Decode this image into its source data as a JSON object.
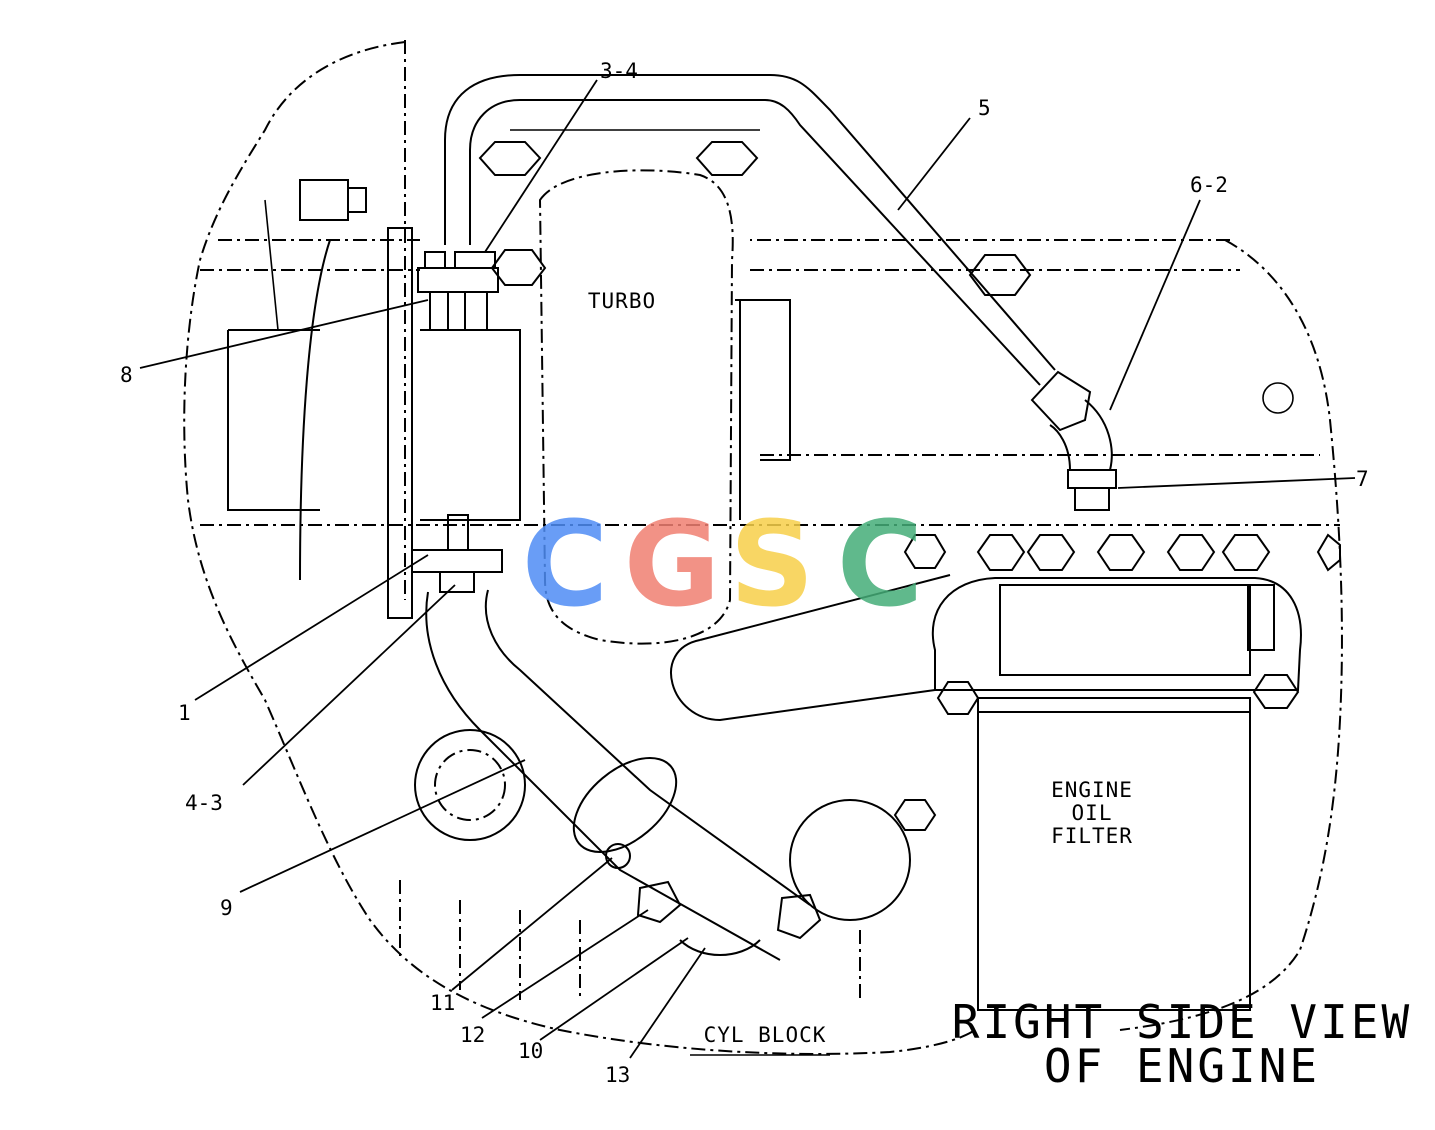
{
  "diagram": {
    "callouts": [
      {
        "id": "c-3-4",
        "text": "3-4"
      },
      {
        "id": "c-5",
        "text": "5"
      },
      {
        "id": "c-6-2",
        "text": "6-2"
      },
      {
        "id": "c-7",
        "text": "7"
      },
      {
        "id": "c-8",
        "text": "8"
      },
      {
        "id": "c-1",
        "text": "1"
      },
      {
        "id": "c-4-3",
        "text": "4-3"
      },
      {
        "id": "c-9",
        "text": "9"
      },
      {
        "id": "c-11",
        "text": "11"
      },
      {
        "id": "c-12",
        "text": "12"
      },
      {
        "id": "c-10",
        "text": "10"
      },
      {
        "id": "c-13",
        "text": "13"
      }
    ],
    "components": {
      "turbo": "TURBO",
      "filter_line1": "ENGINE",
      "filter_line2": "OIL",
      "filter_line3": "FILTER",
      "cyl_block": "CYL BLOCK"
    },
    "view_title_line1": "RIGHT SIDE VIEW",
    "view_title_line2": "OF ENGINE",
    "watermark": {
      "letters": [
        "C",
        "G",
        "S",
        "C"
      ],
      "colors": [
        "#4f8df5",
        "#f07f72",
        "#f7d04a",
        "#45ad78"
      ]
    }
  }
}
